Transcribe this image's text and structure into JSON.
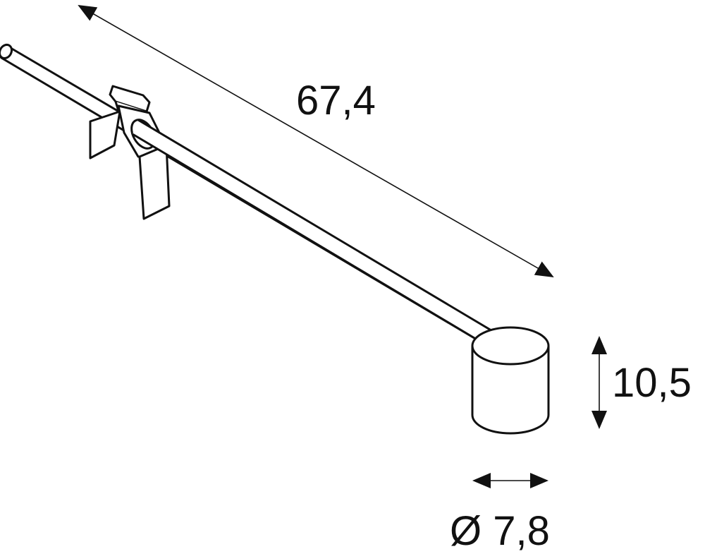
{
  "colors": {
    "line": "#111111",
    "fill": "#ffffff"
  },
  "dimensions": {
    "length": "67,4",
    "height": "10,5",
    "diameter": "Ø 7,8"
  }
}
